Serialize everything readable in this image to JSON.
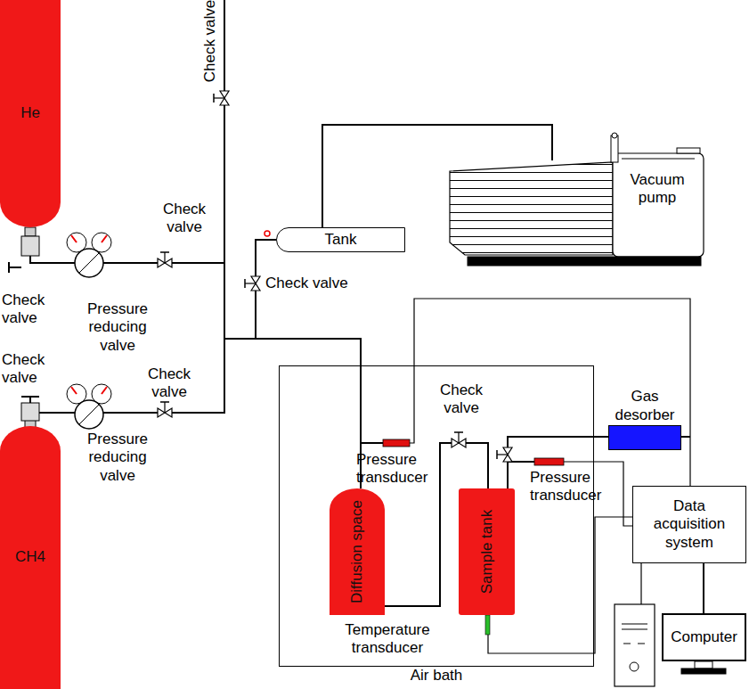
{
  "diagram": {
    "nodes": [
      {
        "text": [
          "He"
        ]
      },
      {
        "text": [
          "CH4"
        ]
      },
      {
        "text": [
          "Tank"
        ]
      },
      {
        "text": [
          "Vacuum pump"
        ]
      },
      {
        "text": [
          "Air bath"
        ]
      },
      {
        "text": [
          "Diffusion space"
        ],
        "in": 4
      },
      {
        "text": [
          "Sample tank"
        ],
        "in": 4
      },
      {
        "text": [
          "Gas desorber"
        ]
      },
      {
        "text": [
          "Data acquisition system"
        ]
      },
      {
        "text": [
          "Computer"
        ]
      }
    ],
    "edges": [
      {
        "from": 0,
        "to": 5,
        "arrow": "none"
      },
      {
        "from": 1,
        "to": 5,
        "arrow": "none"
      },
      {
        "from": 2,
        "to": 5,
        "arrow": "none"
      },
      {
        "from": 2,
        "to": 3,
        "arrow": "none"
      },
      {
        "from": 5,
        "to": 6,
        "arrow": "none"
      },
      {
        "from": 6,
        "to": 7,
        "arrow": "none"
      },
      {
        "from": 8,
        "to": 9,
        "arrow": "none"
      }
    ],
    "labels": [
      "Check valve",
      "Check valve",
      "Check valve",
      "Check valve",
      "Pressure reducing valve",
      "Check valve",
      "Check valve",
      "Check valve",
      "Pressure reducing valve",
      "Pressure transducer",
      "Pressure transducer",
      "Temperature transducer"
    ]
  }
}
